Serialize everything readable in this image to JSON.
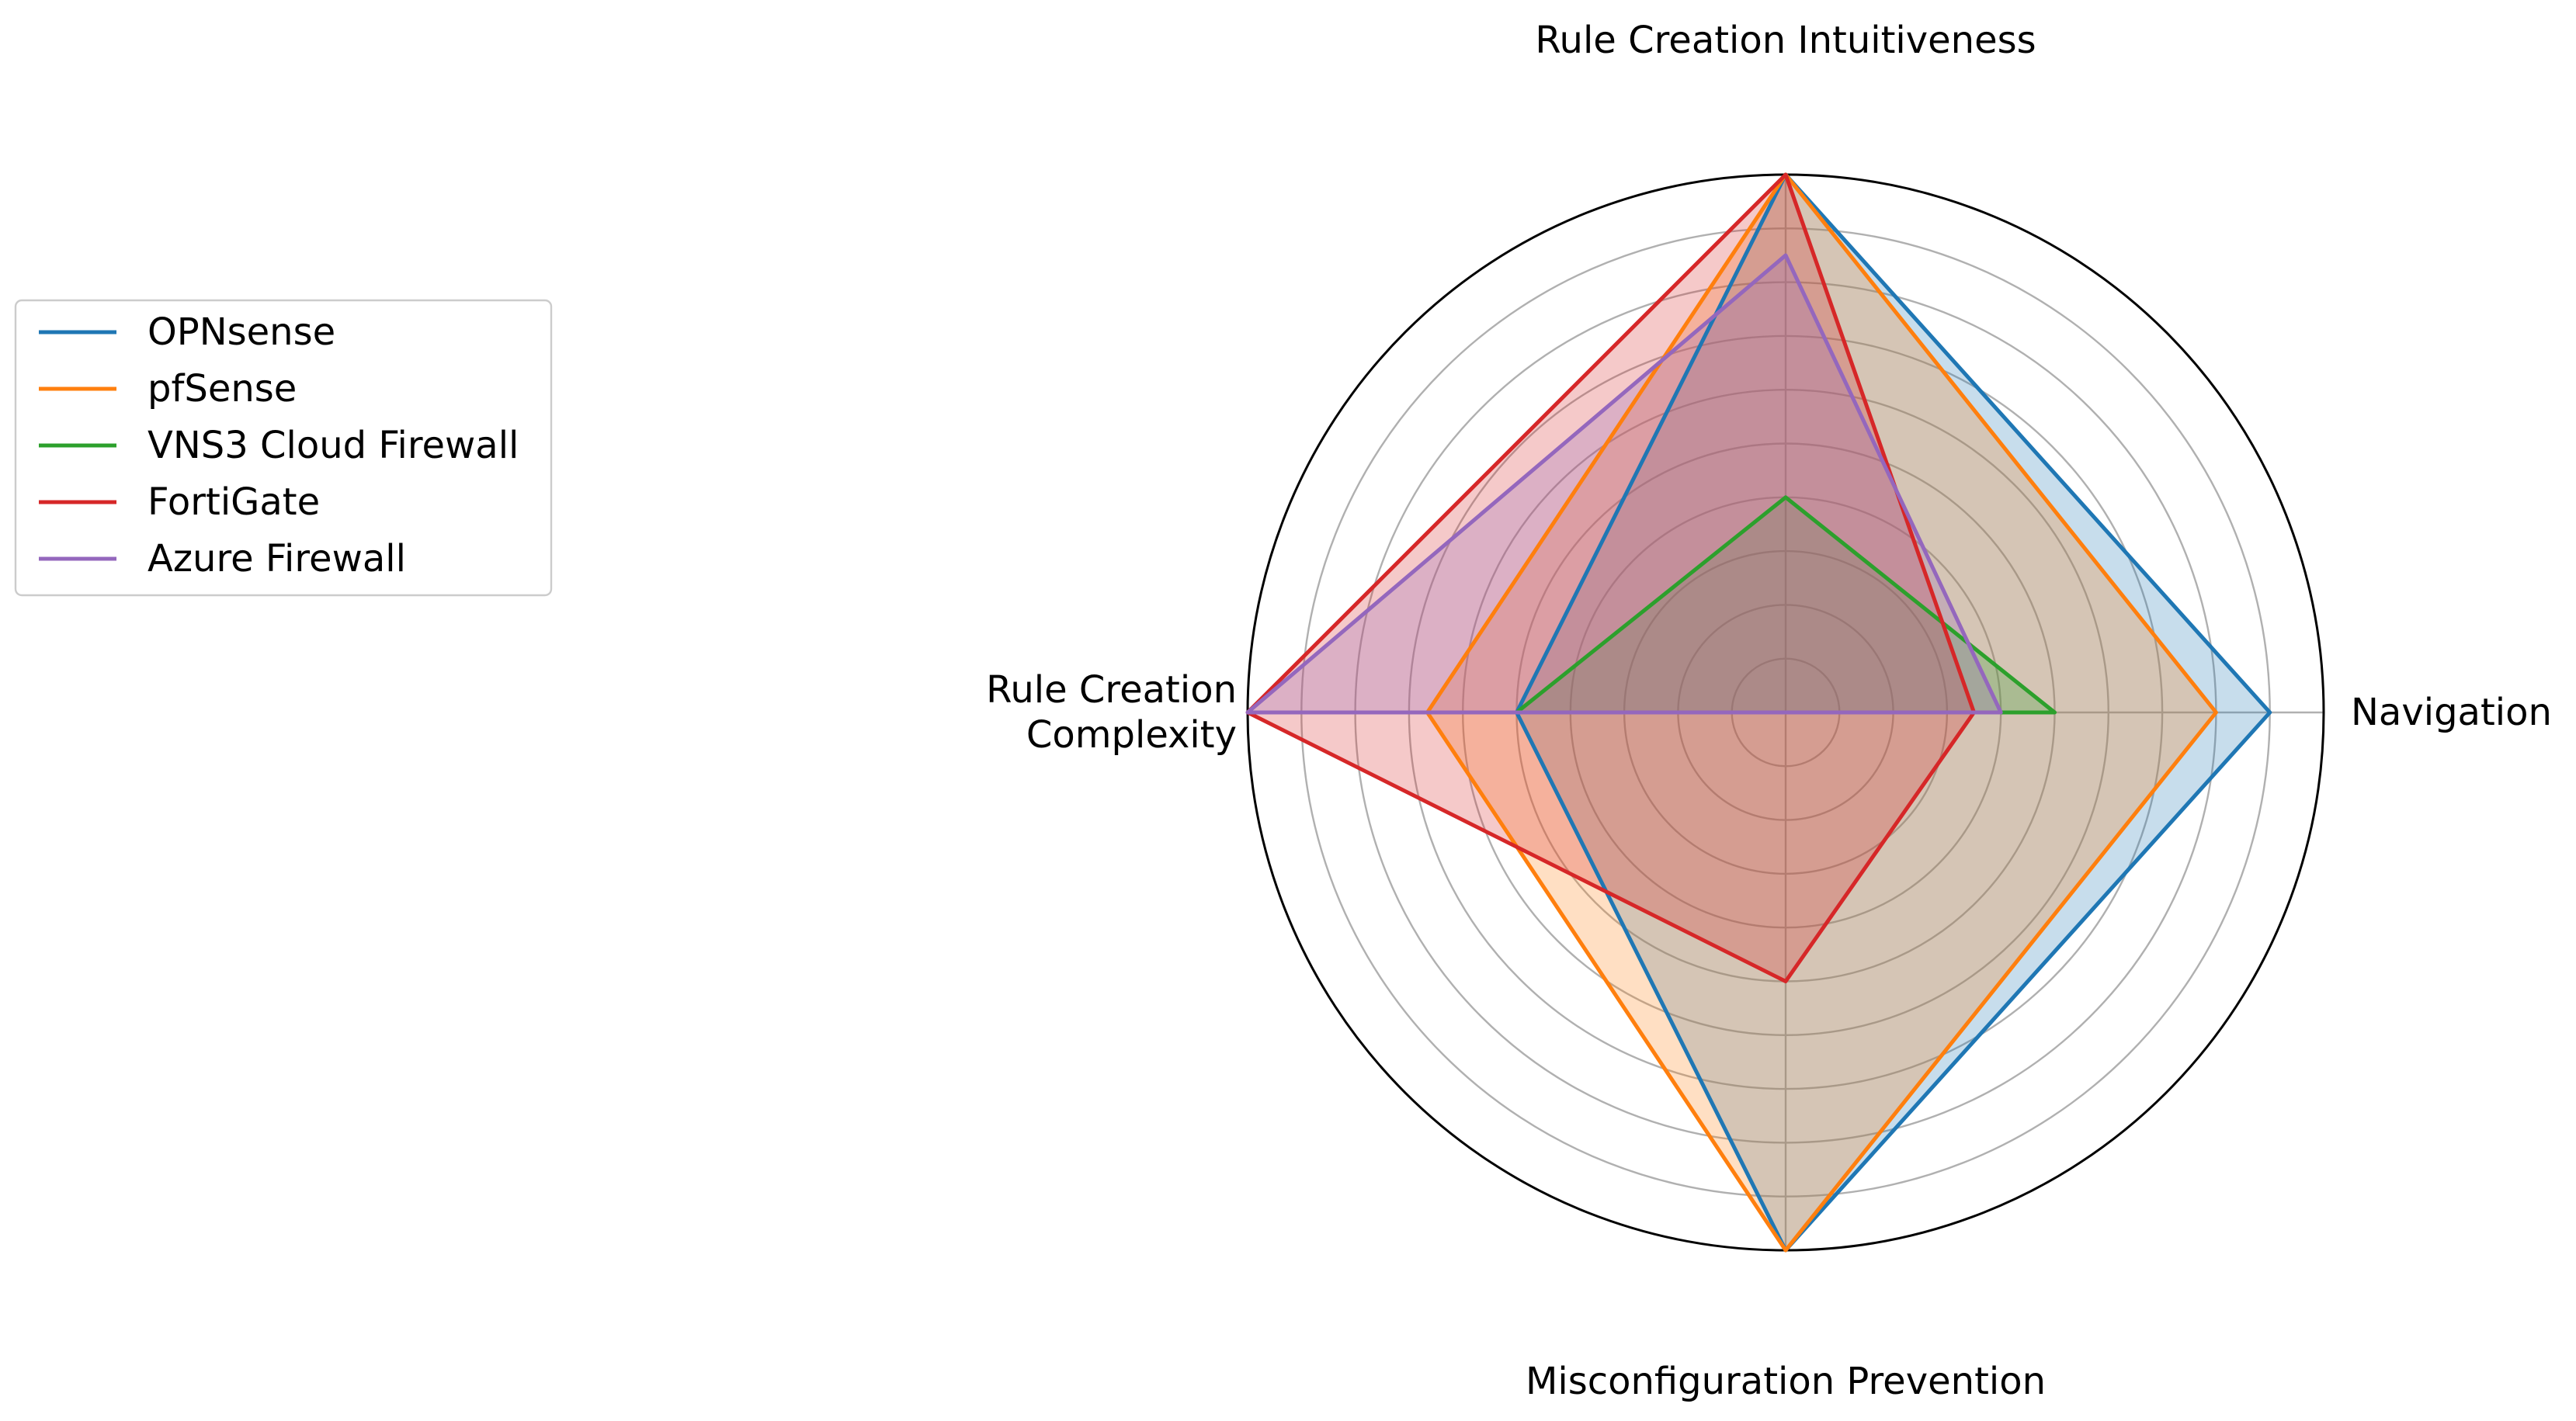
{
  "chart_data": {
    "type": "radar",
    "axes": [
      {
        "key": "navigation",
        "label": "Navigation"
      },
      {
        "key": "rule_creation_intuitiveness",
        "label": "Rule Creation Intuitiveness"
      },
      {
        "key": "rule_creation_complexity",
        "label": "Rule Creation\nComplexity"
      },
      {
        "key": "misconfiguration_prevention",
        "label": "Misconfiguration Prevention"
      }
    ],
    "rlim": [
      0,
      5
    ],
    "ring_values": [
      0.5,
      1,
      1.5,
      2,
      2.5,
      3,
      3.5,
      4,
      4.5
    ],
    "show_radial_tick_labels": false,
    "grid": true,
    "legend_position": "left",
    "fill_alpha": 0.25,
    "series": [
      {
        "name": "OPNsense",
        "color": "#1f77b4",
        "values": [
          4.5,
          5,
          2.5,
          5
        ]
      },
      {
        "name": "pfSense",
        "color": "#ff7f0e",
        "values": [
          4,
          5,
          3.33,
          5
        ]
      },
      {
        "name": "VNS3 Cloud Firewall",
        "color": "#2ca02c",
        "values": [
          2.5,
          2,
          2.5,
          0
        ]
      },
      {
        "name": "FortiGate",
        "color": "#d62728",
        "values": [
          1.75,
          5,
          5,
          2.5
        ]
      },
      {
        "name": "Azure Firewall",
        "color": "#9467bd",
        "values": [
          2,
          4.25,
          5,
          0
        ]
      }
    ]
  }
}
